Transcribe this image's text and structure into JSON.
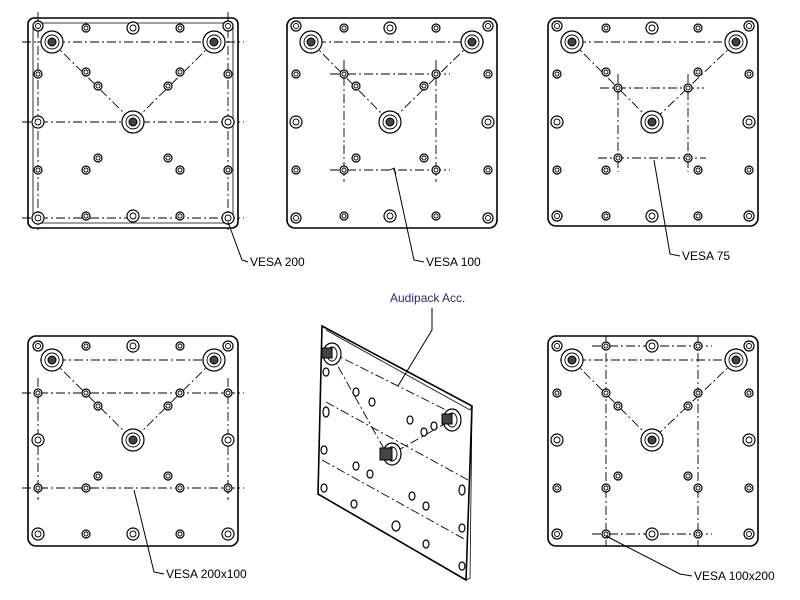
{
  "labels": {
    "vesa200": "VESA 200",
    "vesa100": "VESA 100",
    "vesa75": "VESA 75",
    "vesa200x100": "VESA 200x100",
    "vesa100x200": "VESA 100x200",
    "audipack": "Audipack Acc."
  }
}
